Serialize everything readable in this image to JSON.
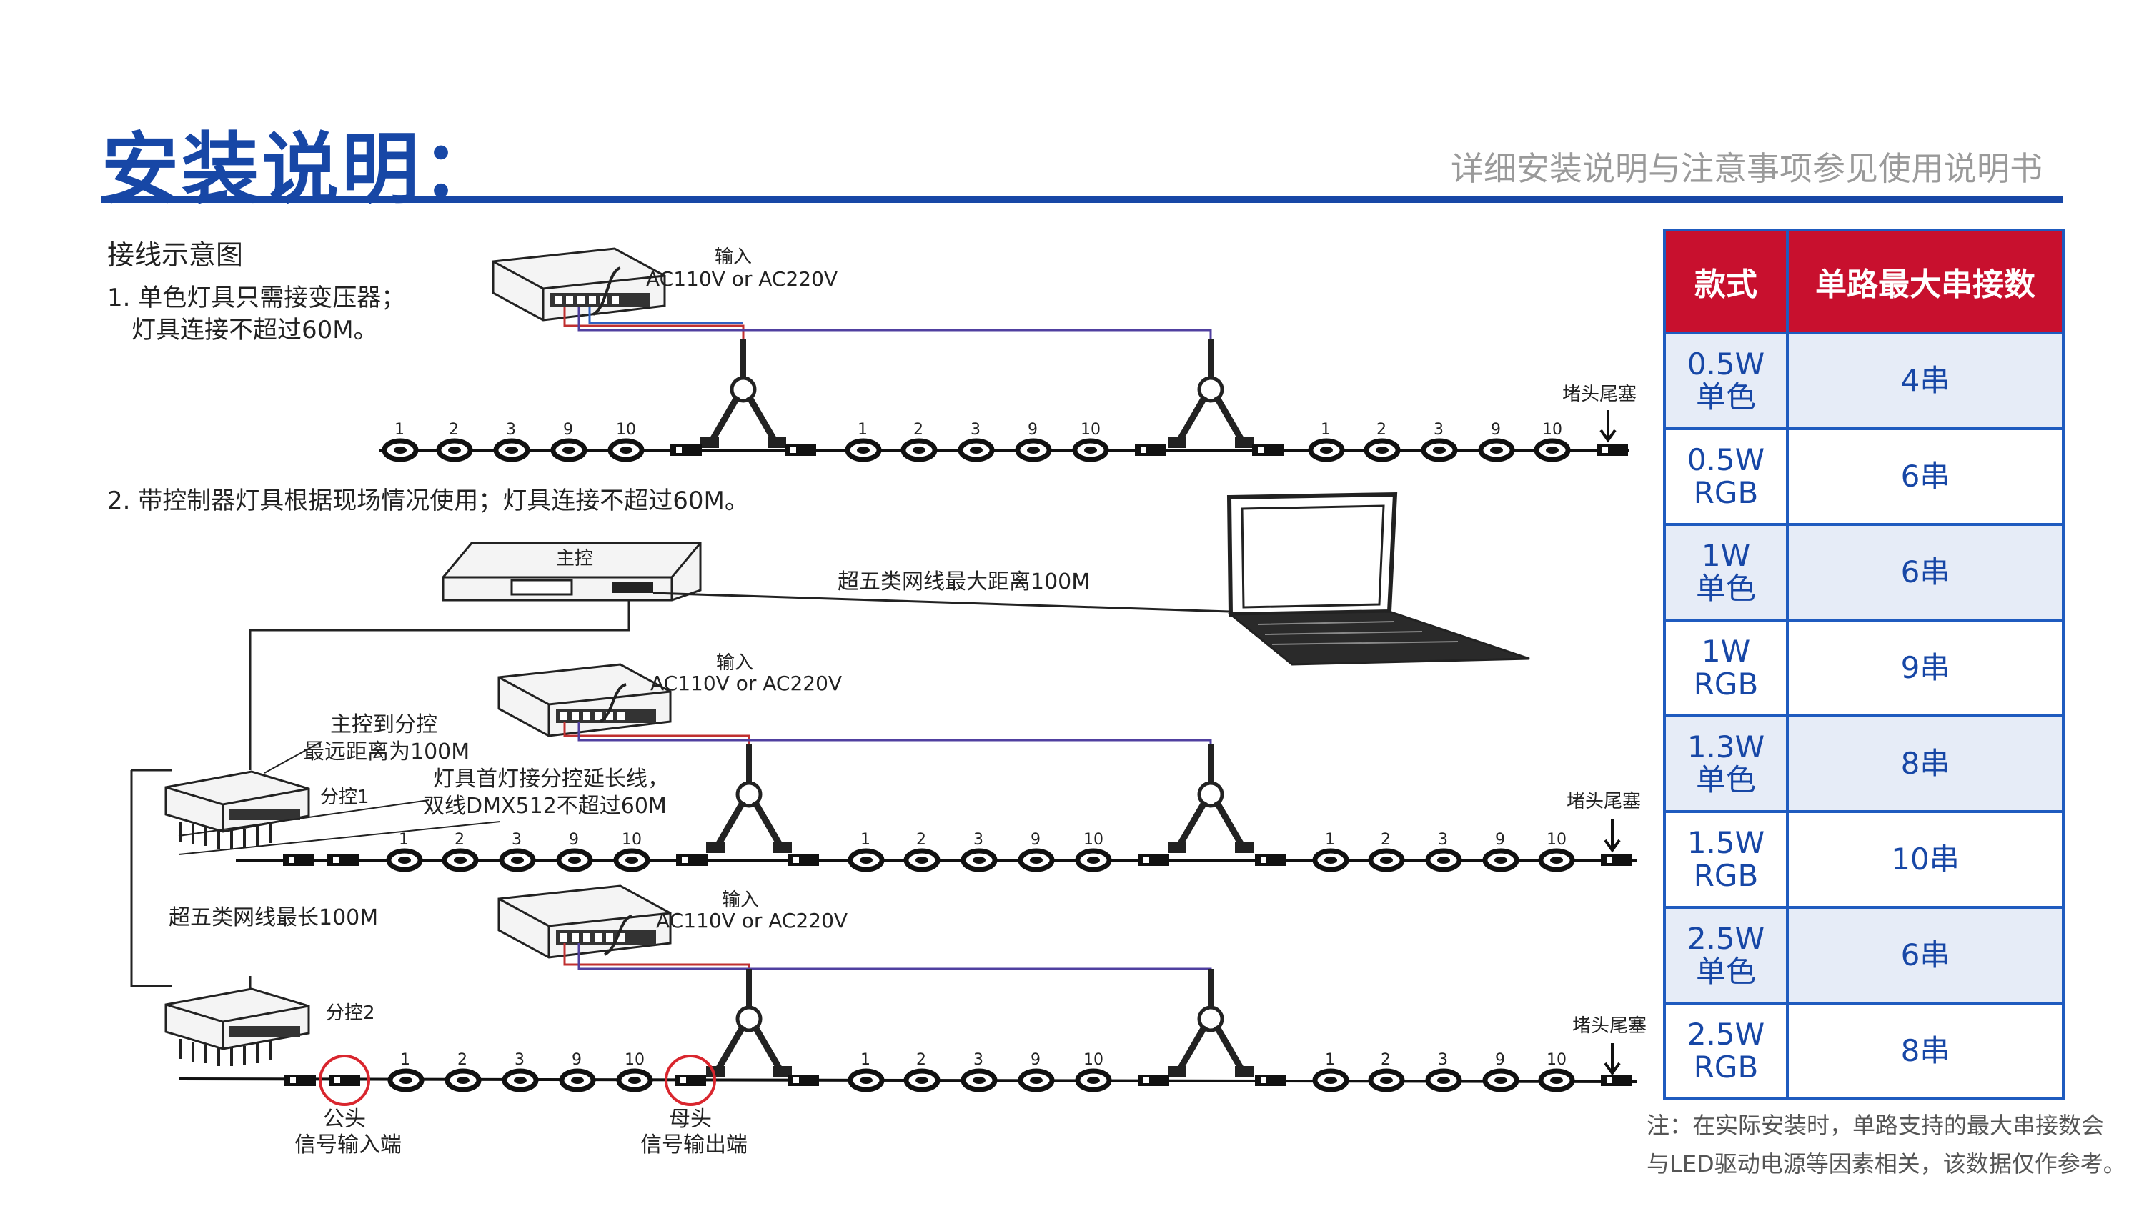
{
  "header": {
    "title": "安装说明：",
    "subtitle": "详细安装说明与注意事项参见使用说明书"
  },
  "diagram": {
    "heading": "接线示意图",
    "step1_line1": "1. 单色灯具只需接变压器；",
    "step1_line2": "灯具连接不超过60M。",
    "step2": "2. 带控制器灯具根据现场情况使用；灯具连接不超过60M。",
    "input_label": "输入",
    "voltage_label": "AC110V or AC220V",
    "end_cap_label": "堵头尾塞",
    "main_controller_label": "主控",
    "cable_note": "超五类网线最大距离100M",
    "main_to_sub_line1": "主控到分控",
    "main_to_sub_line2": "最远距离为100M",
    "sub1_label": "分控1",
    "sub2_label": "分控2",
    "extension_line1": "灯具首灯接分控延长线，",
    "extension_line2": "双线DMX512不超过60M",
    "cable_max_note": "超五类网线最长100M",
    "male_label_line1": "公头",
    "male_label_line2": "信号输入端",
    "female_label_line1": "母头",
    "female_label_line2": "信号输出端",
    "lamp_numbers": [
      "1",
      "2",
      "3",
      "9",
      "10"
    ]
  },
  "table": {
    "headers": [
      "款式",
      "单路最大串接数"
    ],
    "rows": [
      {
        "model_line1": "0.5W",
        "model_line2": "单色",
        "count": "4串"
      },
      {
        "model_line1": "0.5W",
        "model_line2": "RGB",
        "count": "6串"
      },
      {
        "model_line1": "1W",
        "model_line2": "单色",
        "count": "6串"
      },
      {
        "model_line1": "1W",
        "model_line2": "RGB",
        "count": "9串"
      },
      {
        "model_line1": "1.3W",
        "model_line2": "单色",
        "count": "8串"
      },
      {
        "model_line1": "1.5W",
        "model_line2": "RGB",
        "count": "10串"
      },
      {
        "model_line1": "2.5W",
        "model_line2": "单色",
        "count": "6串"
      },
      {
        "model_line1": "2.5W",
        "model_line2": "RGB",
        "count": "8串"
      }
    ],
    "note_line1": "注：在实际安装时，单路支持的最大串接数会",
    "note_line2": "与LED驱动电源等因素相关，该数据仅作参考。"
  },
  "colors": {
    "brand_blue": "#1747a6",
    "table_header_red": "#c8102e",
    "table_border": "#1f5bbf",
    "highlight_circle": "#d9262e"
  }
}
